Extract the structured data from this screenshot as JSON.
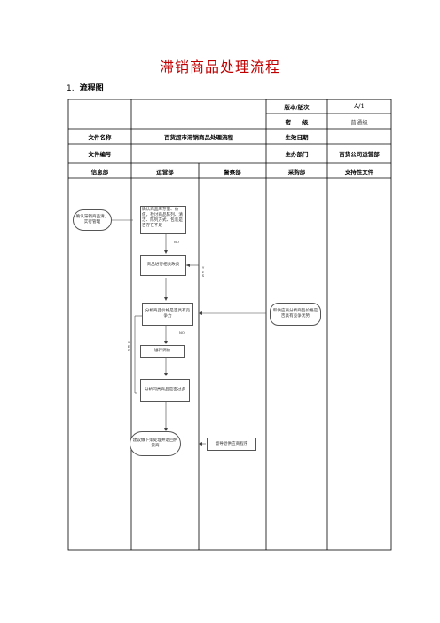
{
  "title": "滞销商品处理流程",
  "section": {
    "number": "1.",
    "label": "流程图"
  },
  "header": {
    "version_label": "版本/版次",
    "version_value": "A/1",
    "security_label": "密　　级",
    "security_value": "普通级",
    "file_name_label": "文件名称",
    "file_name_value": "百货超市滞销商品处理流程",
    "effective_date_label": "生效日期",
    "effective_date_value": "",
    "file_no_label": "文件编号",
    "file_no_value": "",
    "owner_label": "主办部门",
    "owner_value": "百货公司运营部"
  },
  "columns": [
    "信息部",
    "运营部",
    "督察部",
    "采购部",
    "支持性文件"
  ],
  "flow": {
    "node_info": "确认滞销商品清，实行管理",
    "node_confirm": "确认商品库存量、价值，检讨商品陈列、清洁、陈列方式、包装是否存在不足",
    "node_adjust": "商品进行相关改良",
    "node_analyze_price": "分析商品价格是否具有竞争力",
    "node_purchase": "和供应商分析商品价格是否具有竞争优势",
    "node_promo": "进行调价",
    "node_analyze_sales": "分析同类商品是否过多",
    "node_return": "建议做下架处理并退回供货商",
    "node_audit": "督导退供应商程序",
    "label_no_1": "NO",
    "label_no_2": "NO",
    "label_yes_1": "YES",
    "label_yes_2": "YES"
  }
}
